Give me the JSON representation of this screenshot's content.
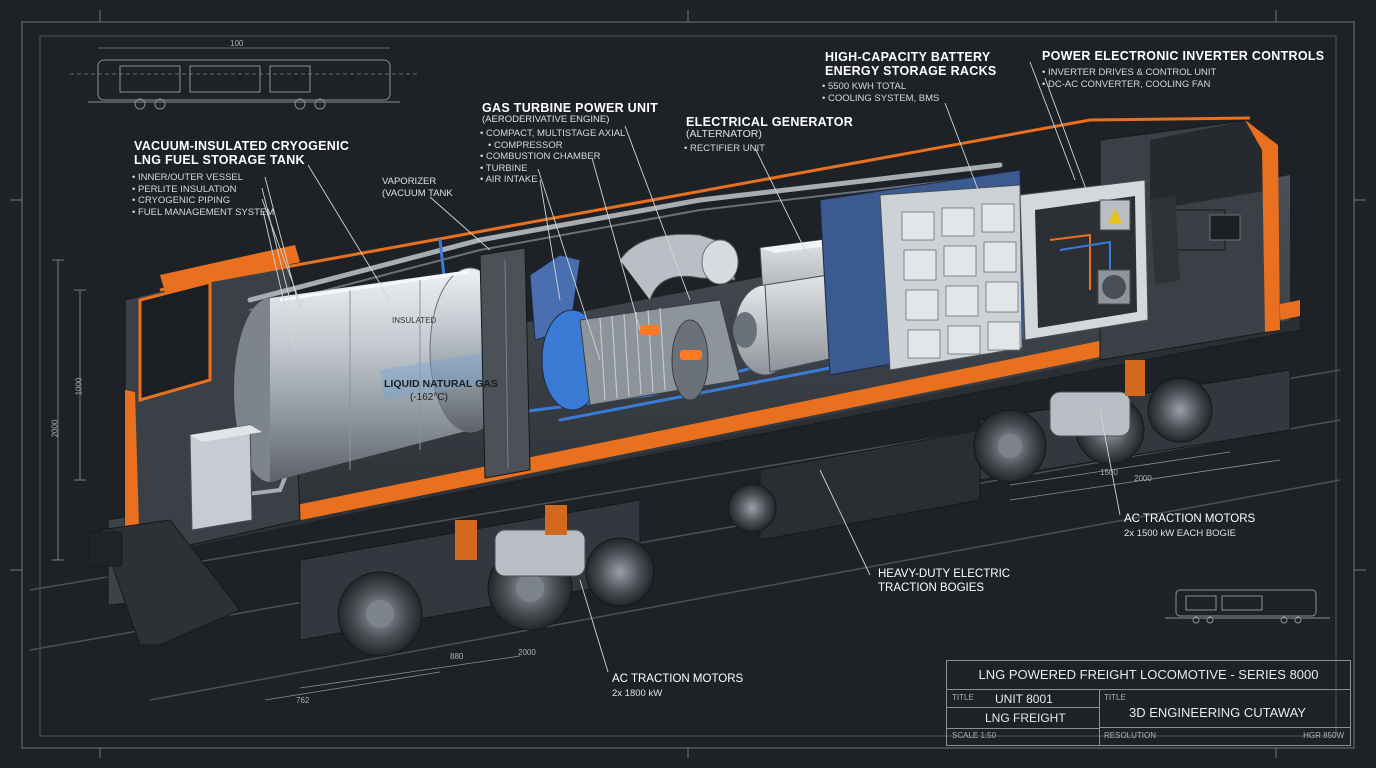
{
  "colors": {
    "background": "#1e2227",
    "locomotive_orange": "#e8701e",
    "body_dark": "#3a3f45",
    "blueprint_line": "#8a9098",
    "tank_silver": "#c9ced3",
    "coolant_blue": "#3a7bd5"
  },
  "callouts": {
    "lng_tank": {
      "title_line1": "VACUUM-INSULATED CRYOGENIC",
      "title_line2": "LNG FUEL STORAGE TANK",
      "items": [
        "INNER/OUTER VESSEL",
        "PERLITE INSULATION",
        "CRYOGENIC PIPING",
        "FUEL MANAGEMENT SYSTEM"
      ]
    },
    "vaporizer": {
      "line1": "VAPORIZER",
      "line2": "(VACUUM TANK"
    },
    "gas_turbine": {
      "title": "GAS TURBINE POWER UNIT",
      "subtitle": "(AERODERIVATIVE ENGINE)",
      "items": [
        "COMPACT, MULTISTAGE AXIAL",
        "COMBUSTION CHAMBER",
        "TURBINE",
        "AIR INTAKE"
      ],
      "item1_continuation": "COMPRESSOR"
    },
    "generator": {
      "title": "ELECTRICAL GENERATOR",
      "subtitle": "(ALTERNATOR)",
      "items": [
        "RECTIFIER UNIT"
      ]
    },
    "battery": {
      "title_line1": "HIGH-CAPACITY BATTERY",
      "title_line2": "ENERGY STORAGE RACKS",
      "items": [
        "5500 KWH TOTAL",
        "COOLING SYSTEM, BMS"
      ]
    },
    "inverter": {
      "title": "POWER ELECTRONIC INVERTER CONTROLS",
      "items": [
        "INVERTER DRIVES & CONTROL UNIT",
        "DC-AC CONVERTER, COOLING FAN"
      ]
    },
    "traction_motors_rear": {
      "title": "AC TRACTION MOTORS",
      "detail": "2x 1500 kW EACH BOGIE"
    },
    "bogies": {
      "line1": "HEAVY-DUTY ELECTRIC",
      "line2": "TRACTION BOGIES"
    },
    "traction_motors_front": {
      "title": "AC TRACTION MOTORS",
      "detail": "2x 1800 kW"
    }
  },
  "tank_labels": {
    "label_top": "INSULATED",
    "main_line1": "LIQUID NATURAL GAS",
    "main_line2": "(-162°C)"
  },
  "dimensions": {
    "top_length": "100",
    "left_height_outer": "2000",
    "left_height_inner": "1000",
    "bottom_front_1": "880",
    "bottom_front_2": "2000",
    "bottom_left": "762",
    "right_1": "1500",
    "right_2": "2000"
  },
  "title_block": {
    "main_title": "LNG POWERED FREIGHT LOCOMOTIVE - SERIES 8000",
    "title_label_1": "TITLE",
    "unit": "UNIT 8001",
    "freight": "LNG FREIGHT",
    "title_label_2": "TITLE",
    "subject": "3D ENGINEERING CUTAWAY",
    "scale": "SCALE 1:50",
    "resolution_label": "RESOLUTION",
    "resolution_value": "HGR 850W"
  }
}
